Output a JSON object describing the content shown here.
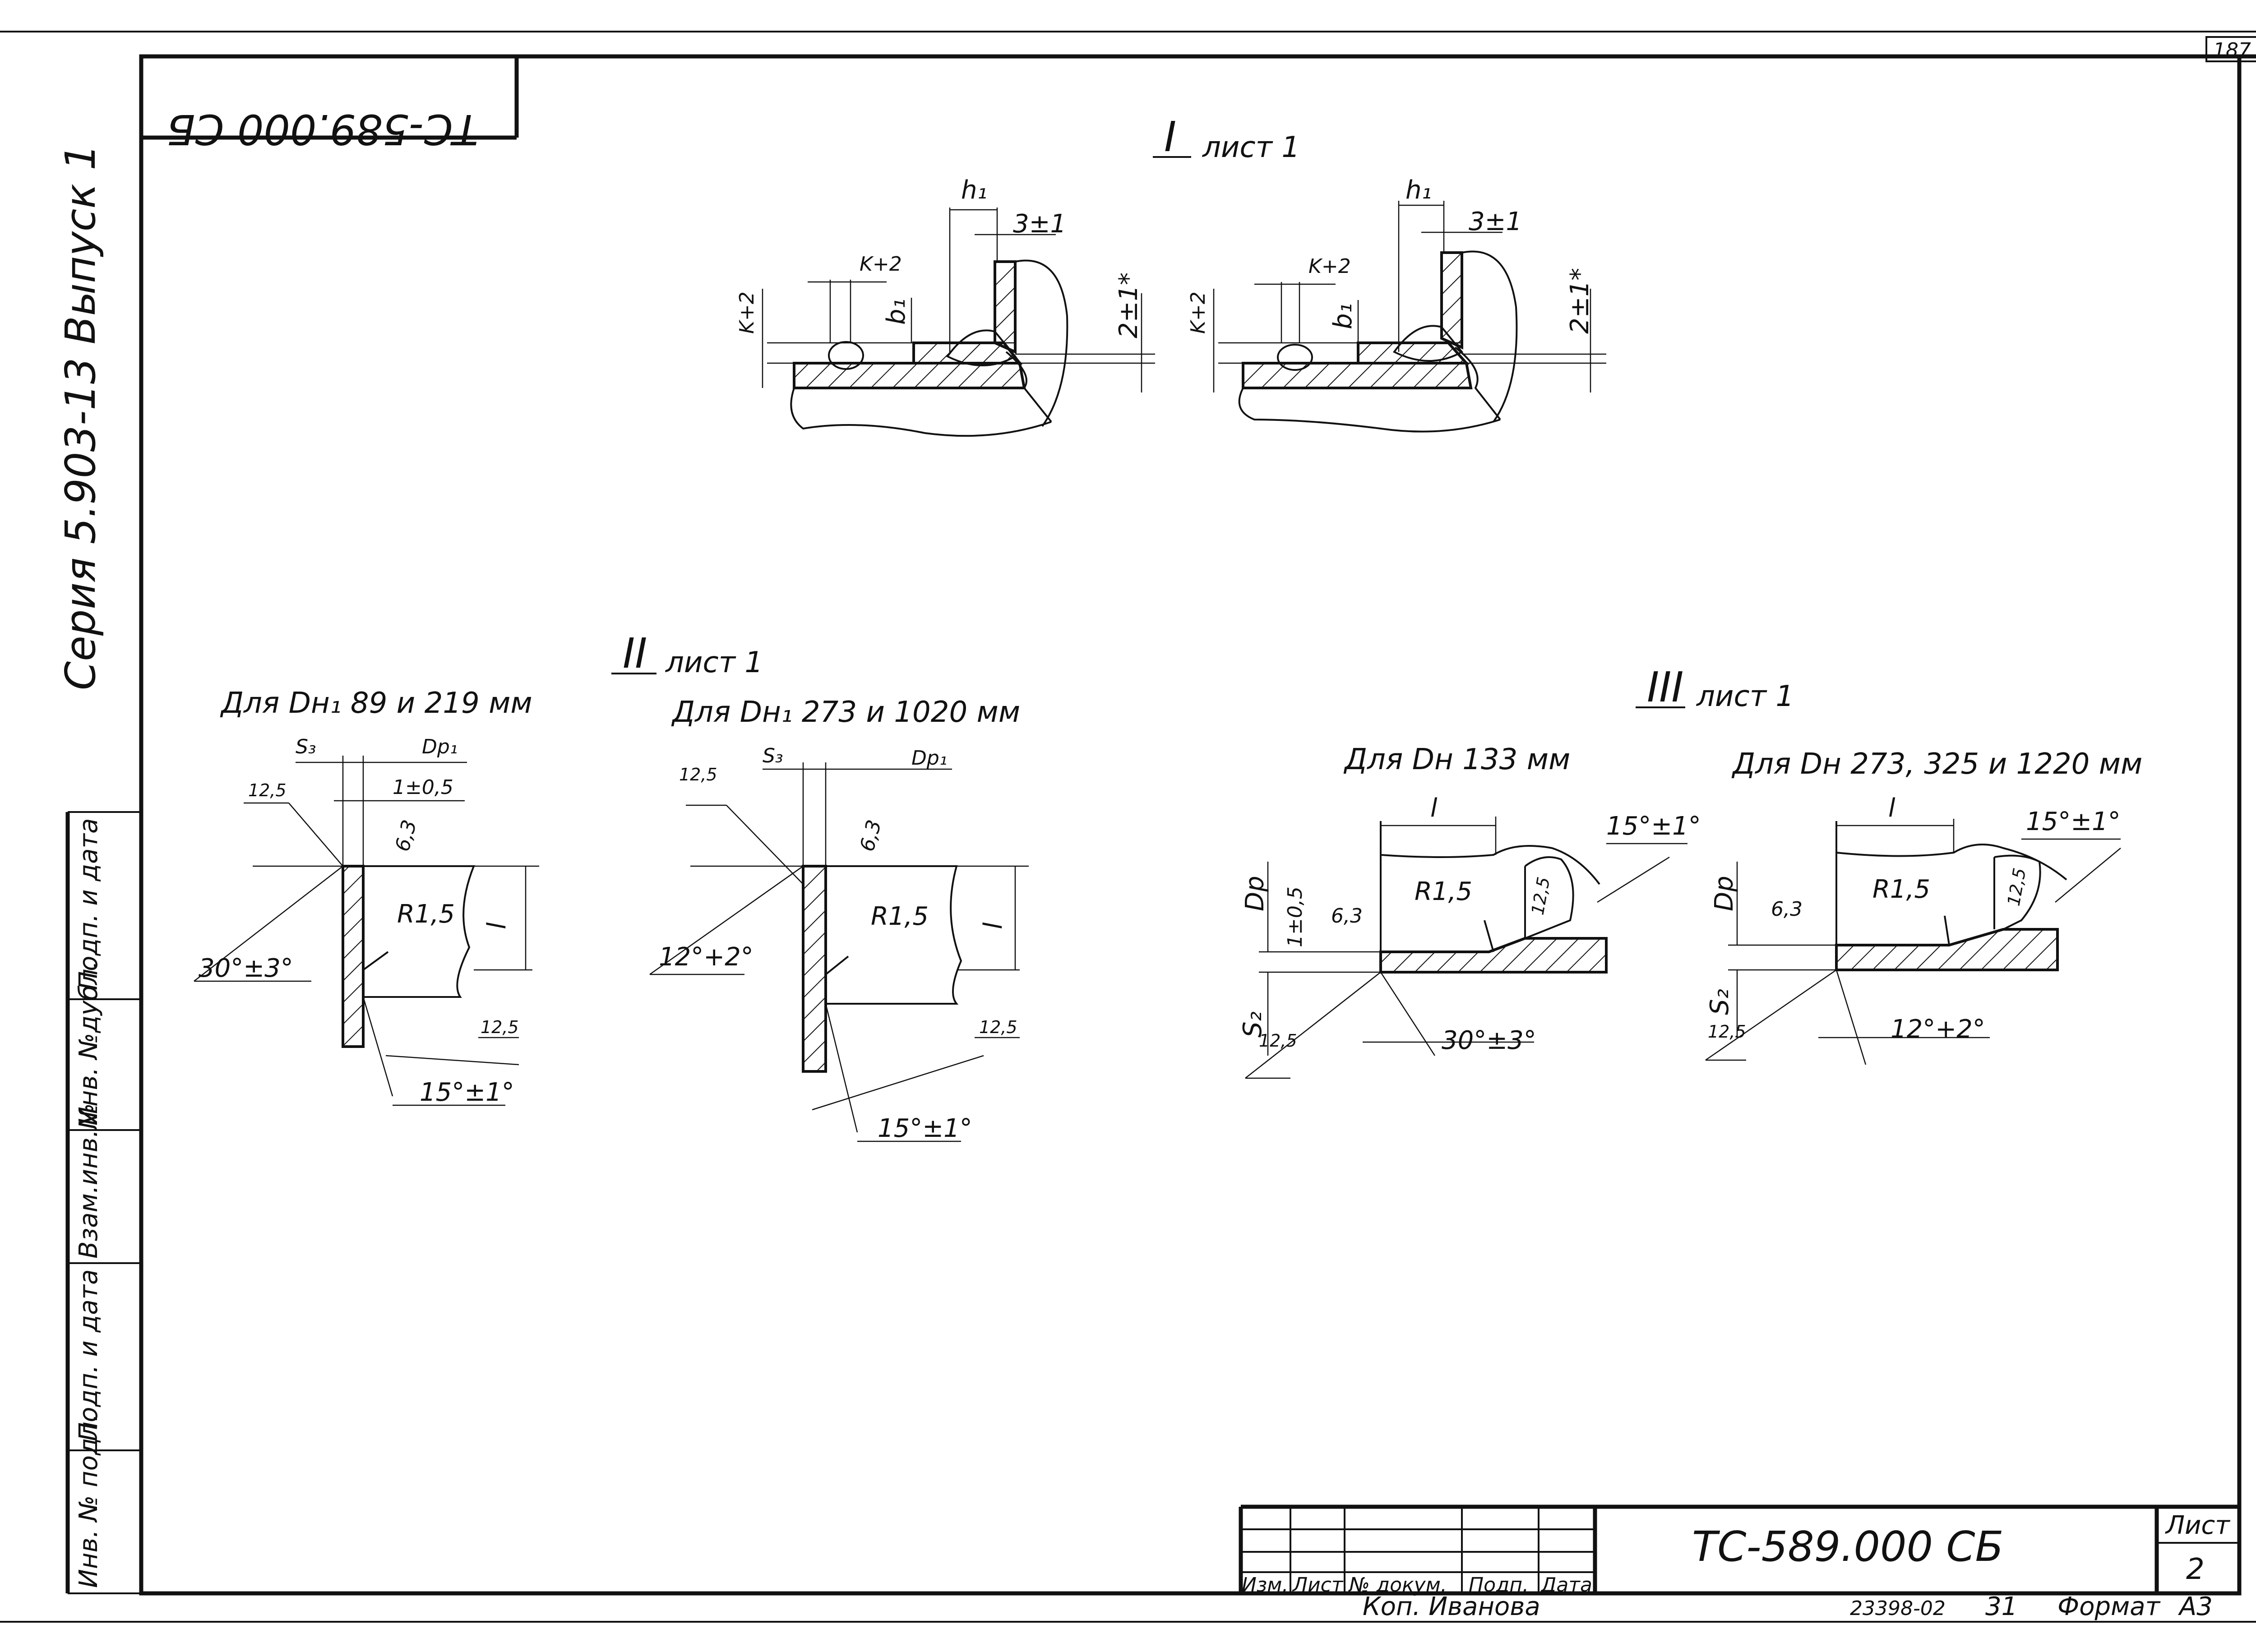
{
  "sheet_number": "187",
  "stamp_code_mirrored": "ТС-589.000 СБ",
  "series_vertical": "Серия 5.903-13 Выпуск 1",
  "left_strip": [
    "Подп. и дата",
    "Инв. №дубл.",
    "Взам.инв.№",
    "Подп. и дата",
    "Инв. № подл."
  ],
  "view1": {
    "roman": "I",
    "sheet": "лист 1",
    "labels": {
      "h1": "h₁",
      "gap": "3±1",
      "k_upper": "K+2",
      "k_side": "K+2",
      "b1": "b₁",
      "right_dim": "2±1*"
    }
  },
  "view2": {
    "roman": "II",
    "sheet": "лист 1",
    "left_caption": "Для Dн₁ 89 и 219 мм",
    "right_caption": "Для Dн₁ 273 и 1020 мм",
    "left": {
      "s3": "S₃",
      "dp1": "Dр₁",
      "tol": "1±0,5",
      "r_top": "12,5",
      "r63": "6,3",
      "radius": "R1,5",
      "l": "l",
      "angle_top": "30°±3°",
      "r_bottom": "12,5",
      "angle_bottom": "15°±1°"
    },
    "right": {
      "s3": "S₃",
      "dp1": "Dр₁",
      "r_top": "12,5",
      "r63": "6,3",
      "radius": "R1,5",
      "l": "l",
      "angle_top": "12°+2°",
      "r_bottom": "12,5",
      "angle_bottom": "15°±1°"
    }
  },
  "view3": {
    "roman": "III",
    "sheet": "лист 1",
    "left_caption": "Для Dн 133 мм",
    "right_caption": "Для Dн 273, 325 и 1220 мм",
    "left": {
      "l": "l",
      "angle_top": "15°±1°",
      "dp": "Dр",
      "tol": "1±0,5",
      "r63": "6,3",
      "radius": "R1,5",
      "r_inner": "12,5",
      "s2": "S₂",
      "r_bottom": "12,5",
      "angle_bottom": "30°±3°"
    },
    "right": {
      "l": "l",
      "angle_top": "15°±1°",
      "dp": "Dр",
      "r63": "6,3",
      "radius": "R1,5",
      "r_inner": "12,5",
      "s2": "S₂",
      "r_bottom": "12,5",
      "angle_bottom": "12°+2°"
    }
  },
  "title_block": {
    "doc_code": "ТС-589.000 СБ",
    "col_headers": [
      "Изм.",
      "Лист",
      "№ докум.",
      "Подп.",
      "Дата"
    ],
    "sheet_label": "Лист",
    "sheet_value": "2",
    "copied_by": "Коп. Иванова",
    "order_number": "23398-02",
    "num_31": "31",
    "format_label": "Формат",
    "format_value": "А3"
  }
}
